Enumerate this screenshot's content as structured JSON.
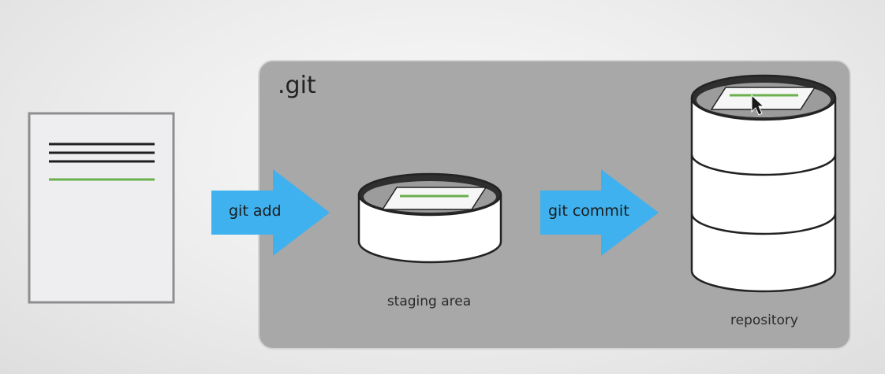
{
  "diagram": {
    "git_dir_label": ".git",
    "add_arrow_label": "git add",
    "commit_arrow_label": "git commit",
    "staging_label": "staging area",
    "repository_label": "repository"
  },
  "colors": {
    "arrow": "#3eb1ee",
    "container": "#a8a8a8",
    "green_line": "#6ab04c",
    "document": "#eeeef0",
    "cylinder_body": "#ffffff",
    "cylinder_top": "#2f2f2f"
  },
  "icons": {
    "document": "document-icon",
    "staging": "staging-cylinder-icon",
    "repository": "repository-cylinder-icon",
    "cursor": "mouse-cursor-icon"
  }
}
